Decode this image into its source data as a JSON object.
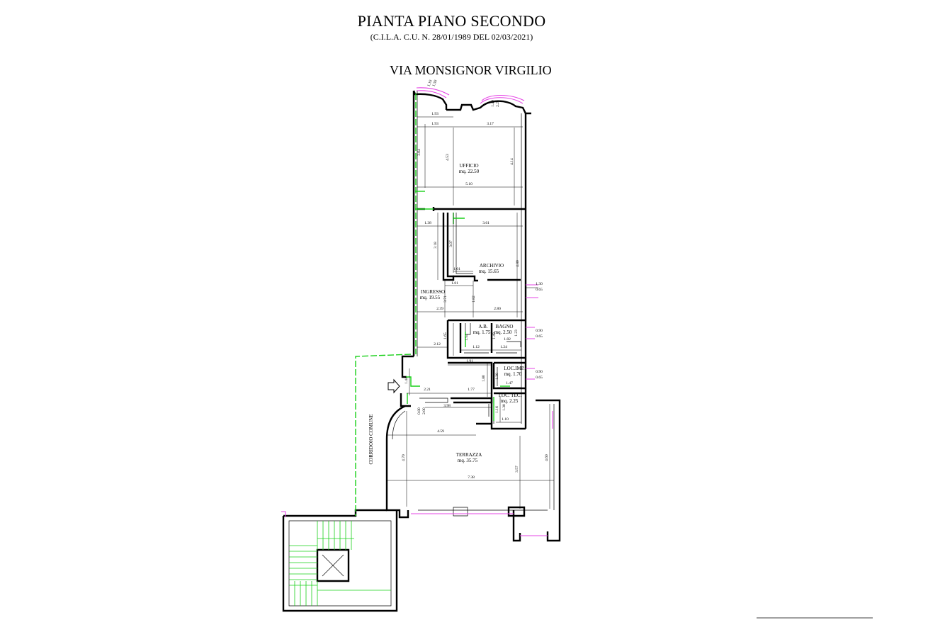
{
  "header": {
    "title": "PIANTA PIANO SECONDO",
    "subtitle": "(C.I.L.A. C.U. N. 28/01/1989 DEL 02/03/2021)",
    "street": "VIA MONSIGNOR VIRGILIO"
  },
  "rooms": {
    "ufficio": {
      "name": "UFFICIO",
      "area": "mq. 22.50"
    },
    "archivio": {
      "name": "ARCHIVIO",
      "area": "mq. 15.65"
    },
    "ingresso": {
      "name": "INGRESSO",
      "area": "mq. 19.55"
    },
    "ab": {
      "name": "A.B.",
      "area": "mq. 1.75"
    },
    "bagno": {
      "name": "BAGNO",
      "area": "mq. 2.50"
    },
    "locimp": {
      "name": "LOC.IMP.",
      "area": "mq. 1.70"
    },
    "loctec": {
      "name": "LOC. TEC.",
      "area": "mq. 2.25"
    },
    "terrazza": {
      "name": "TERRAZZA",
      "area": "mq. 35.75"
    },
    "corridoio": {
      "name": "CORRIDOIO COMUNE"
    }
  },
  "dimensions": {
    "d_1_93a": "1.93",
    "d_1_93b": "1.93",
    "d_3_17": "3.17",
    "d_1_40": "1.40",
    "d_2_21": "2.21",
    "d_1_10": "1.10",
    "d_1_50": "1.50",
    "d_3_04": "3.04",
    "d_4_53": "4.53",
    "d_4_14": "4.14",
    "d_5_10": "5.10",
    "d_1_38": "1.38",
    "d_3_61": "3.61",
    "d_3_18": "3.18",
    "d_3_07": "3.07",
    "d_1_01a": "1.01",
    "d_1_01b": "1.01",
    "d_4_80": "4.80",
    "d_1_30": "1.30",
    "d_0_65a": "0.65",
    "d_3_71": "3.71",
    "d_1_82a": "1.82",
    "d_2_39": "2.39",
    "d_2_80": "2.80",
    "d_1_65": "1.65",
    "d_1_54": "1.54",
    "d_1_49": "1.49",
    "d_1_23": "1.23",
    "d_0_90a": "0.90",
    "d_0_65b": "0.65",
    "d_2_12": "2.12",
    "d_1_12": "1.12",
    "d_1_82b": "1.82",
    "d_1_24": "1.24",
    "d_1_91": "1.91",
    "d_1_80": "1.80",
    "d_1_30b": "1.30",
    "d_0_90b": "0.90",
    "d_0_65c": "0.65",
    "d_1_47": "1.47",
    "d_1_44": "1.44",
    "d_2_21b": "2.21",
    "d_1_77": "1.77",
    "d_3_98": "3.98",
    "d_0_80": "0.80",
    "d_2_00": "2.00",
    "d_1_16": "1.16",
    "d_1_30c": "1.30",
    "d_1_10b": "1.10",
    "d_4_59": "4.59",
    "d_4_70": "4.70",
    "d_3_57": "3.57",
    "d_4_60": "4.60",
    "d_7_38": "7.38"
  }
}
